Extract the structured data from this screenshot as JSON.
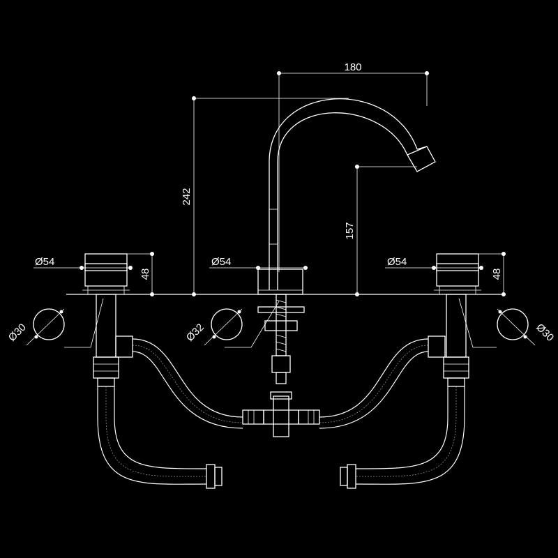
{
  "colors": {
    "background": "#000000",
    "lines": "#ffffff"
  },
  "dimensions": {
    "spout_reach": "180",
    "total_height": "242",
    "outlet_height": "157",
    "handle_left_diameter": "Ø54",
    "handle_left_height": "48",
    "spout_base_diameter": "Ø54",
    "handle_right_diameter": "Ø54",
    "handle_right_height": "48",
    "hole_left_diameter": "Ø30",
    "hole_center_diameter": "Ø32",
    "hole_right_diameter": "Ø30"
  }
}
